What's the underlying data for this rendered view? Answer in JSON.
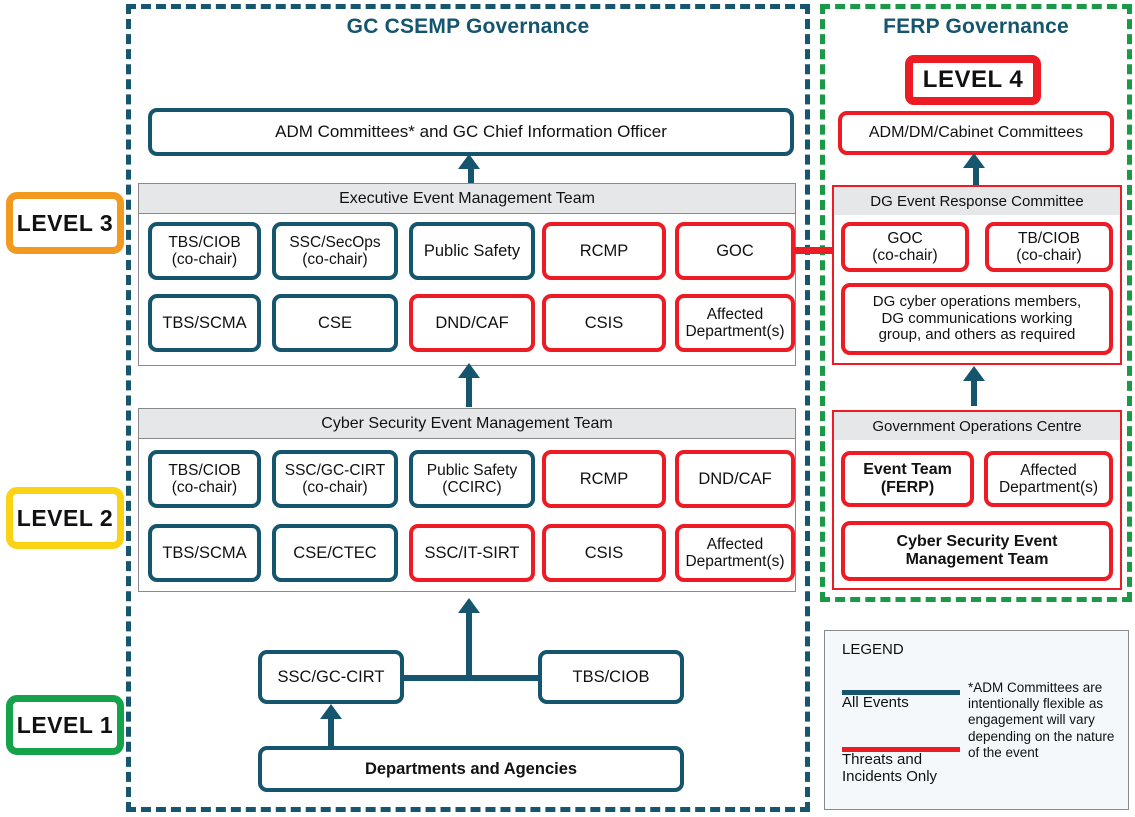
{
  "colors": {
    "teal": "#15556E",
    "red": "#ED1B24",
    "green": "#1A9A46",
    "orange": "#F29A1F",
    "yellow": "#FAD414",
    "panel_grey": "#E6E7E8"
  },
  "columns": {
    "csemp_title": "GC CSEMP Governance",
    "ferp_title": "FERP Governance"
  },
  "levels": {
    "level1": "LEVEL 1",
    "level2": "LEVEL 2",
    "level3": "LEVEL 3",
    "level4": "LEVEL 4"
  },
  "csemp": {
    "top_box": "ADM Committees* and GC Chief Information Officer",
    "executive_team": {
      "title": "Executive Event Management Team",
      "members": [
        {
          "label": "TBS/CIOB\n(co-chair)",
          "style": "teal"
        },
        {
          "label": "SSC/SecOps\n(co-chair)",
          "style": "teal"
        },
        {
          "label": "Public Safety",
          "style": "teal"
        },
        {
          "label": "RCMP",
          "style": "red"
        },
        {
          "label": "GOC",
          "style": "red"
        },
        {
          "label": "TBS/SCMA",
          "style": "teal"
        },
        {
          "label": "CSE",
          "style": "teal"
        },
        {
          "label": "DND/CAF",
          "style": "red"
        },
        {
          "label": "CSIS",
          "style": "red"
        },
        {
          "label": "Affected\nDepartment(s)",
          "style": "red"
        }
      ]
    },
    "cyber_team": {
      "title": "Cyber Security Event Management Team",
      "members": [
        {
          "label": "TBS/CIOB\n(co-chair)",
          "style": "teal"
        },
        {
          "label": "SSC/GC-CIRT\n(co-chair)",
          "style": "teal"
        },
        {
          "label": "Public Safety\n(CCIRC)",
          "style": "teal"
        },
        {
          "label": "RCMP",
          "style": "red"
        },
        {
          "label": "DND/CAF",
          "style": "red"
        },
        {
          "label": "TBS/SCMA",
          "style": "teal"
        },
        {
          "label": "CSE/CTEC",
          "style": "teal"
        },
        {
          "label": "SSC/IT-SIRT",
          "style": "red"
        },
        {
          "label": "CSIS",
          "style": "red"
        },
        {
          "label": "Affected\nDepartment(s)",
          "style": "red"
        }
      ]
    },
    "level1_nodes": {
      "cirt": "SSC/GC-CIRT",
      "ciob": "TBS/CIOB",
      "departments": "Departments and Agencies"
    }
  },
  "ferp": {
    "top_box": "ADM/DM/Cabinet Committees",
    "dg_committee": {
      "title": "DG Event Response Committee",
      "members": [
        {
          "label": "GOC\n(co-chair)",
          "style": "red"
        },
        {
          "label": "TB/CIOB\n(co-chair)",
          "style": "red"
        },
        {
          "label": "DG cyber operations members,\nDG communications working\ngroup, and others as required",
          "style": "red"
        }
      ]
    },
    "goc_centre": {
      "title": "Government Operations Centre",
      "members": [
        {
          "label": "Event Team\n(FERP)",
          "style": "red"
        },
        {
          "label": "Affected\nDepartment(s)",
          "style": "red"
        },
        {
          "label": "Cyber Security Event\nManagement Team",
          "style": "red"
        }
      ]
    }
  },
  "legend": {
    "title": "LEGEND",
    "all_events": "All Events",
    "threats": "Threats and\nIncidents Only",
    "note": "*ADM Committees are intentionally flexible as engagement will vary depending on the nature of the event"
  }
}
